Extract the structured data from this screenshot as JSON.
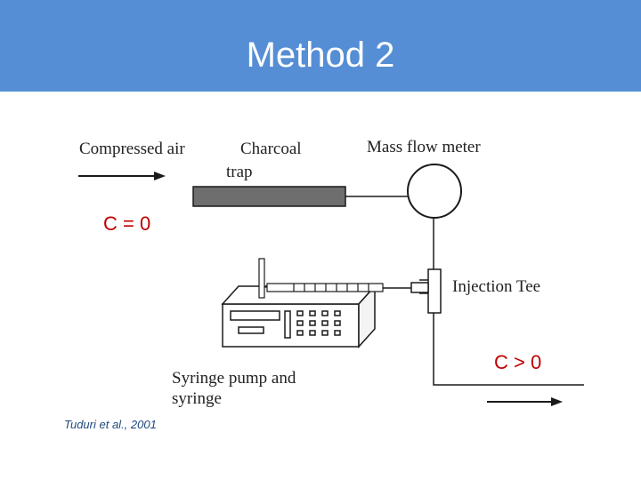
{
  "slide": {
    "title": "Method 2",
    "citation": "Tuduri et al., 2001"
  },
  "diagram": {
    "labels": {
      "compressed_air": "Compressed air",
      "charcoal": "Charcoal",
      "trap": "trap",
      "mass_flow_meter": "Mass flow meter",
      "injection_tee": "Injection Tee",
      "syringe_pump_1": "Syringe pump  and",
      "syringe_pump_2": "syringe"
    },
    "concentration_in": "C = 0",
    "concentration_out": "C > 0"
  },
  "colors": {
    "header": "#558ed5",
    "title_text": "#ffffff",
    "concentration_text": "#c00000",
    "citation_text": "#1f497d",
    "trap_fill": "#6e6e6e",
    "line": "#1a1a1a"
  }
}
